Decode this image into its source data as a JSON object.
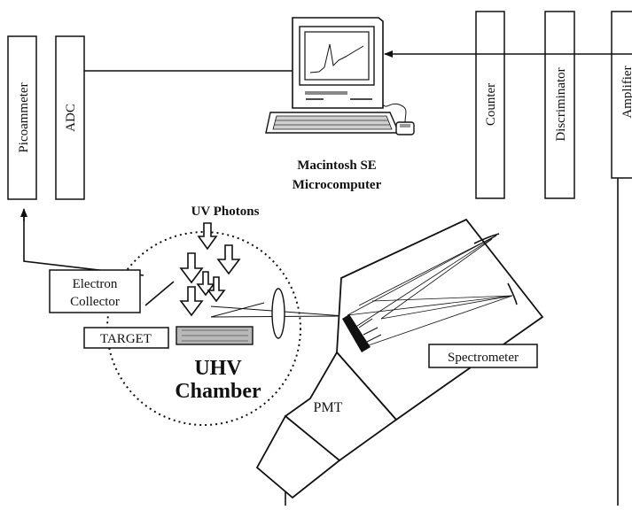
{
  "instruments": {
    "picoammeter": "Picoammeter",
    "adc": "ADC",
    "counter": "Counter",
    "discriminator": "Discriminator",
    "amplifier": "Amplifier"
  },
  "computer": {
    "line1": "Macintosh SE",
    "line2": "Microcomputer"
  },
  "chamber": {
    "uv_photons": "UV Photons",
    "electron_collector_line1": "Electron",
    "electron_collector_line2": "Collector",
    "target": "TARGET",
    "uhv_line1": "UHV",
    "uhv_line2": "Chamber"
  },
  "optics": {
    "spectrometer": "Spectrometer",
    "pmt": "PMT"
  }
}
